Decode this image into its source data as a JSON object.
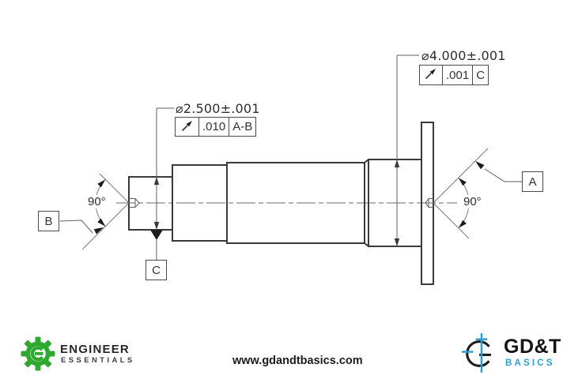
{
  "callouts": {
    "small_diameter": {
      "dimension": "⌀2.500±.001",
      "fcf": {
        "symbol_icon": "circular-runout-icon",
        "tolerance": ".010",
        "datum": "A-B"
      }
    },
    "large_diameter": {
      "dimension": "⌀4.000±.001",
      "fcf": {
        "symbol_icon": "circular-runout-icon",
        "tolerance": ".001",
        "datum": "C"
      }
    }
  },
  "datum_labels": {
    "a": "A",
    "b": "B",
    "c": "C"
  },
  "angle_labels": {
    "left": "90°",
    "right": "90°"
  },
  "footer": {
    "engineer_essentials": {
      "line1": "ENGINEER",
      "line2": "ESSENTIALS",
      "icon": "gear-icon",
      "brand_green": "#2ea82e"
    },
    "website": "www.gdandtbasics.com",
    "gdt_basics": {
      "line1": "GD&T",
      "line2": "BASICS",
      "icon": "position-target-icon",
      "brand_blue": "#2d9fd6"
    }
  }
}
